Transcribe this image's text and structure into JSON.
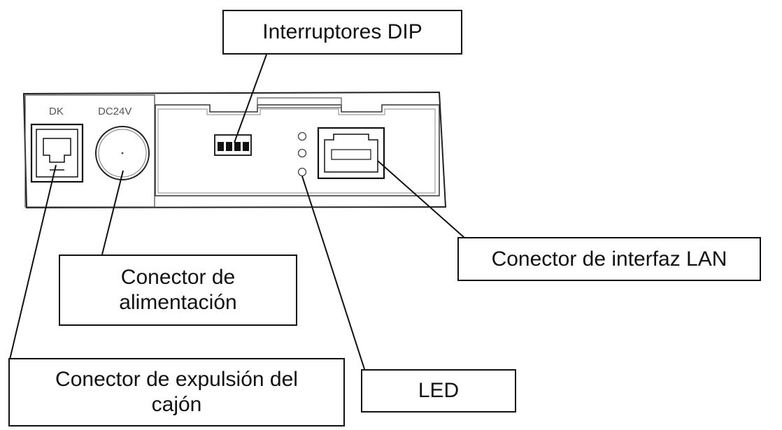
{
  "panel": {
    "port_labels": {
      "dk": "DK",
      "dc": "DC24V"
    }
  },
  "callouts": {
    "dip": "Interruptores DIP",
    "lan": "Conector de interfaz LAN",
    "power": [
      "Conector de",
      "alimentación"
    ],
    "drawer": [
      "Conector de expulsión del",
      "cajón"
    ],
    "led": "LED"
  }
}
